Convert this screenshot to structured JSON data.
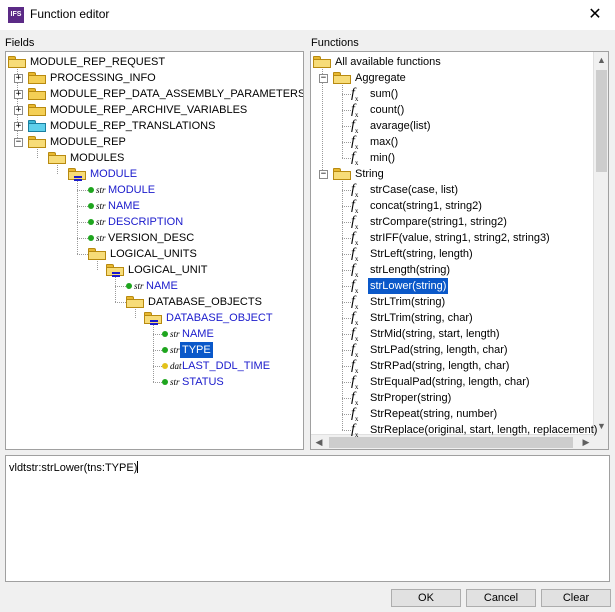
{
  "window": {
    "title": "Function editor",
    "app_icon_text": "IFS",
    "close_glyph": "✕"
  },
  "fields": {
    "label": "Fields",
    "items": [
      {
        "label": "MODULE_REP_REQUEST",
        "type": "folder-open",
        "blue": false
      },
      {
        "label": "PROCESSING_INFO",
        "type": "folder",
        "blue": false
      },
      {
        "label": "MODULE_REP_DATA_ASSEMBLY_PARAMETERS",
        "type": "folder",
        "blue": false
      },
      {
        "label": "MODULE_REP_ARCHIVE_VARIABLES",
        "type": "folder",
        "blue": false
      },
      {
        "label": "MODULE_REP_TRANSLATIONS",
        "type": "folder-cyan",
        "blue": false
      },
      {
        "label": "MODULE_REP",
        "type": "folder-open",
        "blue": false
      },
      {
        "label": "MODULES",
        "type": "folder-open",
        "blue": false
      },
      {
        "label": "MODULE",
        "type": "folder-open-mark",
        "blue": true
      },
      {
        "label": "MODULE",
        "type": "attr",
        "icon_text": "str",
        "blue": true
      },
      {
        "label": "NAME",
        "type": "attr",
        "icon_text": "str",
        "blue": true
      },
      {
        "label": "DESCRIPTION",
        "type": "attr",
        "icon_text": "str",
        "blue": true
      },
      {
        "label": "VERSION_DESC",
        "type": "attr",
        "icon_text": "str",
        "blue": false
      },
      {
        "label": "LOGICAL_UNITS",
        "type": "folder-open",
        "blue": false
      },
      {
        "label": "LOGICAL_UNIT",
        "type": "folder-open-mark",
        "blue": false
      },
      {
        "label": "NAME",
        "type": "attr",
        "icon_text": "str",
        "blue": true
      },
      {
        "label": "DATABASE_OBJECTS",
        "type": "folder-open",
        "blue": false
      },
      {
        "label": "DATABASE_OBJECT",
        "type": "folder-open-mark",
        "blue": true
      },
      {
        "label": "NAME",
        "type": "attr",
        "icon_text": "str",
        "blue": true
      },
      {
        "label": "TYPE",
        "type": "attr",
        "icon_text": "str",
        "blue": false,
        "selected": true
      },
      {
        "label": "LAST_DDL_TIME",
        "type": "attr",
        "icon_text": "dat",
        "blue": true
      },
      {
        "label": "STATUS",
        "type": "attr",
        "icon_text": "str",
        "blue": true
      }
    ]
  },
  "functions": {
    "label": "Functions",
    "items": [
      {
        "label": "All available functions",
        "type": "folder-open"
      },
      {
        "label": "Aggregate",
        "type": "folder-open"
      },
      {
        "label": "sum()",
        "type": "fx"
      },
      {
        "label": "count()",
        "type": "fx"
      },
      {
        "label": "avarage(list)",
        "type": "fx"
      },
      {
        "label": "max()",
        "type": "fx"
      },
      {
        "label": "min()",
        "type": "fx"
      },
      {
        "label": "String",
        "type": "folder-open"
      },
      {
        "label": "strCase(case, list)",
        "type": "fx"
      },
      {
        "label": "concat(string1, string2)",
        "type": "fx"
      },
      {
        "label": "strCompare(string1, string2)",
        "type": "fx"
      },
      {
        "label": "strIFF(value, string1, string2, string3)",
        "type": "fx"
      },
      {
        "label": "StrLeft(string, length)",
        "type": "fx"
      },
      {
        "label": "strLength(string)",
        "type": "fx"
      },
      {
        "label": "strLower(string)",
        "type": "fx",
        "selected": true
      },
      {
        "label": "StrLTrim(string)",
        "type": "fx"
      },
      {
        "label": "StrLTrim(string, char)",
        "type": "fx"
      },
      {
        "label": "StrMid(string, start, length)",
        "type": "fx"
      },
      {
        "label": "StrLPad(string, length, char)",
        "type": "fx"
      },
      {
        "label": "StrRPad(string, length, char)",
        "type": "fx"
      },
      {
        "label": "StrEqualPad(string, length, char)",
        "type": "fx"
      },
      {
        "label": "StrProper(string)",
        "type": "fx"
      },
      {
        "label": "StrRepeat(string, number)",
        "type": "fx"
      },
      {
        "label": "StrReplace(original, start, length, replacement)",
        "type": "fx"
      }
    ]
  },
  "editor": {
    "value": "vldtstr:strLower(tns:TYPE)"
  },
  "buttons": {
    "ok": "OK",
    "cancel": "Cancel",
    "clear": "Clear"
  },
  "glyphs": {
    "expand": "+",
    "collapse": "−",
    "fx": "f",
    "fx_sub": "x",
    "arrow_up": "▲",
    "arrow_down": "▼",
    "arrow_left": "◀",
    "arrow_right": "▶"
  },
  "colors": {
    "selection": "#0a58c9",
    "blue_text": "#1b1bcc",
    "folder": "#f4cf55",
    "folder_cyan": "#5fd0ec",
    "attr_dot_green": "#1ea51e",
    "attr_dot_yellow": "#e3c21a"
  }
}
